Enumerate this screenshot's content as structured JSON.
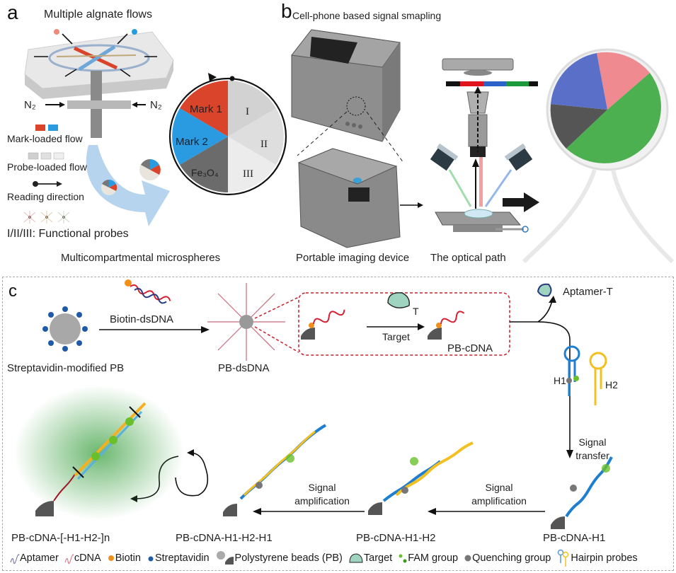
{
  "panel_a": {
    "letter": "a",
    "title": "Multiple algnate flows",
    "n2_left": "N₂",
    "n2_right": "N₂",
    "mark_flow_label": "Mark-loaded flow",
    "probe_flow_label": "Probe-loaded flow",
    "reading_direction_label": "Reading direction",
    "functional_probes_label": "I/II/III: Functional probes",
    "caption": "Multicompartmental microspheres",
    "pie_segments": [
      "Mark 1",
      "Mark 2",
      "Fe₃O₄",
      "III",
      "II",
      "I"
    ],
    "colors": {
      "mark1": "#d9442a",
      "mark2": "#2a9be0",
      "fe3o4": "#6b6b6b",
      "probe": "#d6d6d6"
    }
  },
  "panel_b": {
    "letter": "b",
    "title": "Cell-phone based signal smapling",
    "caption_device": "Portable imaging device",
    "caption_optical": "The optical path",
    "filter_colors": [
      "#e0141c",
      "#2a64c8",
      "#1a9a3a"
    ]
  },
  "panel_c": {
    "letter": "c",
    "streptavidin_pb": "Streptavidin-modified PB",
    "biotin_dsdna": "Biotin-dsDNA",
    "pb_dsdna": "PB-dsDNA",
    "target_label": "Target",
    "target_short": "T",
    "pb_cdna": "PB-cDNA",
    "aptamer_t": "Aptamer-T",
    "h1": "H1",
    "h2": "H2",
    "signal_transfer": "Signal transfer",
    "signal_amplification_1": "Signal amplification",
    "signal_amplification_2": "Signal amplification",
    "pb_cdna_h1": "PB-cDNA-H1",
    "pb_cdna_h1_h2": "PB-cDNA-H1-H2",
    "pb_cdna_h1_h2_h1": "PB-cDNA-H1-H2-H1",
    "pb_cdna_n": "PB-cDNA-[-H1-H2-]n"
  },
  "legend": [
    {
      "icon": "aptamer-icon",
      "label": "Aptamer"
    },
    {
      "icon": "cdna-icon",
      "label": "cDNA"
    },
    {
      "icon": "biotin-icon",
      "label": "Biotin"
    },
    {
      "icon": "streptavidin-icon",
      "label": "Streptavidin"
    },
    {
      "icon": "polystyrene-bead-icon",
      "label": "Polystyrene beads (PB)"
    },
    {
      "icon": "target-icon",
      "label": "Target"
    },
    {
      "icon": "fam-group-icon",
      "label": "FAM group"
    },
    {
      "icon": "quenching-group-icon",
      "label": "Quenching group"
    },
    {
      "icon": "hairpin-probe-icon",
      "label": "Hairpin probes"
    }
  ]
}
